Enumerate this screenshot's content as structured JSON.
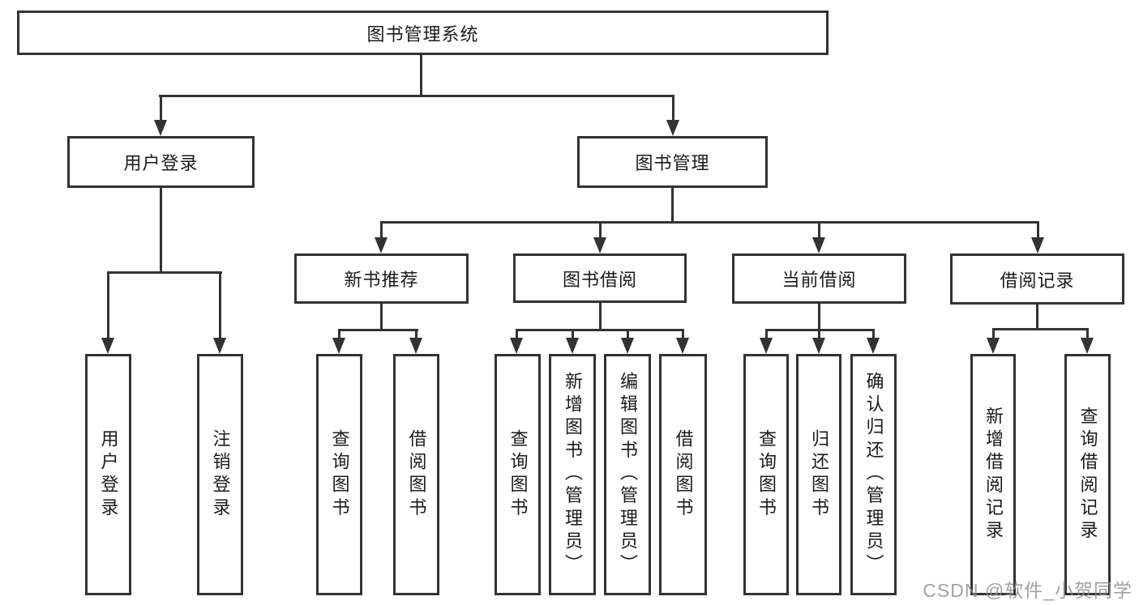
{
  "tree": {
    "label": "图书管理系统",
    "children": [
      {
        "label": "用户登录",
        "children": [
          {
            "label": "用户登录"
          },
          {
            "label": "注销登录"
          }
        ]
      },
      {
        "label": "图书管理",
        "children": [
          {
            "label": "新书推荐",
            "children": [
              {
                "label": "查询图书"
              },
              {
                "label": "借阅图书"
              }
            ]
          },
          {
            "label": "图书借阅",
            "children": [
              {
                "label": "查询图书"
              },
              {
                "label": "新增图书（管理员）"
              },
              {
                "label": "编辑图书（管理员）"
              },
              {
                "label": "借阅图书"
              }
            ]
          },
          {
            "label": "当前借阅",
            "children": [
              {
                "label": "查询图书"
              },
              {
                "label": "归还图书"
              },
              {
                "label": "确认归还（管理员）"
              }
            ]
          },
          {
            "label": "借阅记录",
            "children": [
              {
                "label": "新增借阅记录"
              },
              {
                "label": "查询借阅记录"
              }
            ]
          }
        ]
      }
    ]
  },
  "watermark": "CSDN @软件_小贺同学",
  "colors": {
    "line": "#333333",
    "text": "#1b1b1b",
    "background": "#ffffff",
    "watermark": "#919191"
  }
}
